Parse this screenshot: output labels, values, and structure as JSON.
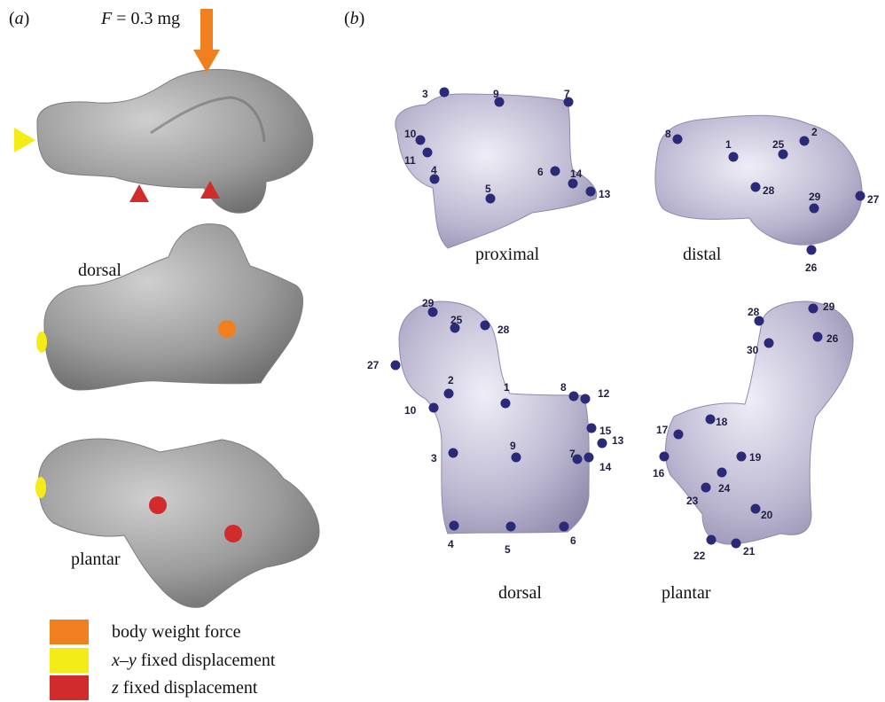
{
  "panels": {
    "a": {
      "label_paren_open": "(",
      "label_letter": "a",
      "label_paren_close": ")",
      "force": {
        "symbol": "F",
        "rest": " = 0.3 mg"
      },
      "views": [
        "dorsal",
        "plantar"
      ]
    },
    "b": {
      "label_paren_open": "(",
      "label_letter": "b",
      "label_paren_close": ")",
      "views": [
        "proximal",
        "distal",
        "dorsal",
        "plantar"
      ]
    }
  },
  "legend": [
    {
      "label": "body weight force",
      "italic_prefix": "",
      "color": "#f07f1e"
    },
    {
      "label": " fixed displacement",
      "italic_prefix": "x–y",
      "color": "#f4ec16"
    },
    {
      "label": " fixed displacement",
      "italic_prefix": "z",
      "color": "#d12b2b"
    }
  ],
  "colors": {
    "bone_gray": "#9a9a9a",
    "bone_purple": "#c4c0d8",
    "landmark": "#2a2a78",
    "force": "#f07f1e",
    "xy_fixed": "#f4ec16",
    "z_fixed": "#d12b2b"
  },
  "landmarks": {
    "proximal": [
      "3",
      "9",
      "7",
      "10",
      "11",
      "4",
      "6",
      "14",
      "13",
      "5"
    ],
    "distal": [
      "8",
      "1",
      "25",
      "2",
      "28",
      "29",
      "27",
      "26"
    ],
    "dorsal": [
      "29",
      "25",
      "28",
      "27",
      "2",
      "1",
      "8",
      "12",
      "10",
      "15",
      "13",
      "3",
      "9",
      "7",
      "14",
      "4",
      "5",
      "6"
    ],
    "plantar": [
      "28",
      "29",
      "30",
      "26",
      "18",
      "17",
      "19",
      "16",
      "24",
      "23",
      "20",
      "22",
      "21"
    ]
  }
}
